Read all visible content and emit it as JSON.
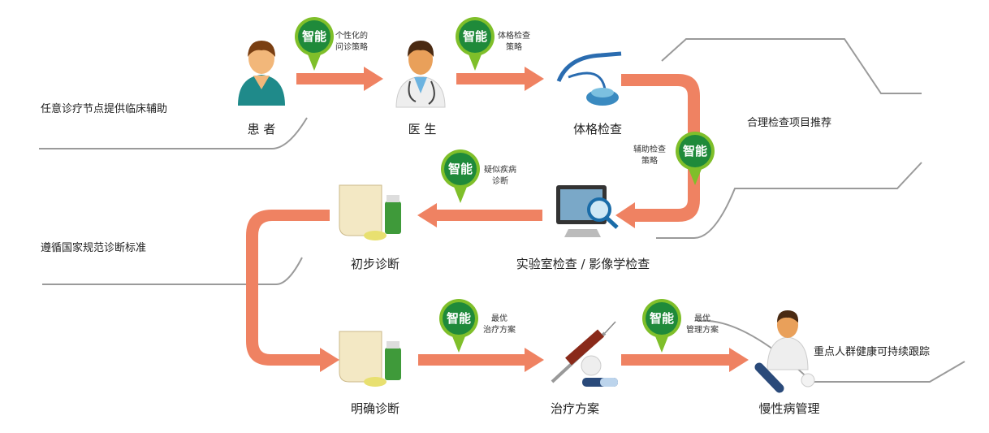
{
  "nodes": {
    "patient": "患 者",
    "doctor": "医 生",
    "physical_exam": "体格检查",
    "lab_imaging": "实验室检查 / 影像学检查",
    "preliminary_diagnosis": "初步诊断",
    "confirmed_diagnosis": "明确诊断",
    "treatment_plan": "治疗方案",
    "chronic_management": "慢性病管理"
  },
  "pin_label": "智能",
  "notes": {
    "inquiry": [
      "个性化的",
      "问诊策略"
    ],
    "exam": [
      "体格检查",
      "策略"
    ],
    "aux_exam": [
      "辅助检查",
      "策略"
    ],
    "suspected": [
      "疑似疾病",
      "诊断"
    ],
    "treatment": [
      "最优",
      "治疗方案"
    ],
    "management": [
      "最优",
      "管理方案"
    ]
  },
  "side_labels": {
    "clinical_assist": "任意诊疗节点提供临床辅助",
    "exam_recommend": "合理检查项目推荐",
    "standard_diagnosis": "遵循国家规范诊断标准",
    "health_tracking": "重点人群健康可持续跟踪"
  },
  "colors": {
    "arrow": "#ef8262",
    "pin_outer": "#7fbf2a",
    "pin_inner": "#1f8a3a",
    "line": "#9a9a9a"
  }
}
